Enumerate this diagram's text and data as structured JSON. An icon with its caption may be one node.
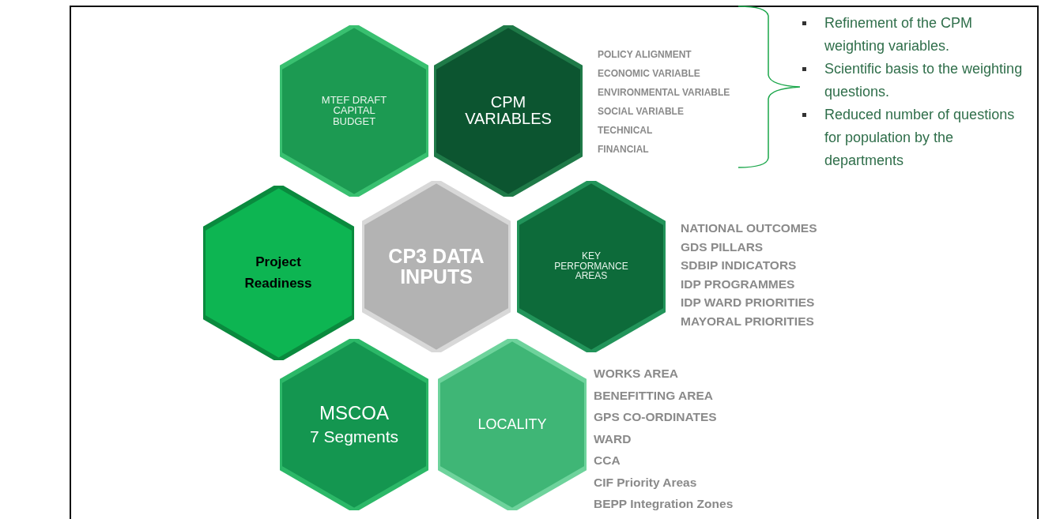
{
  "diagram": {
    "nodes": [
      {
        "text": [
          "MTEF DRAFT CAPITAL BUDGET"
        ]
      },
      {
        "text": [
          "CPM VARIABLES"
        ],
        "beside": [
          "POLICY ALIGNMENT",
          "ECONOMIC VARIABLE",
          "ENVIRONMENTAL VARIABLE",
          "SOCIAL VARIABLE",
          "TECHNICAL",
          "FINANCIAL"
        ]
      },
      {
        "text": [
          "Project Readiness"
        ]
      },
      {
        "text": [
          "CP3 DATA INPUTS"
        ]
      },
      {
        "text": [
          "KEY PERFORMANCE AREAS"
        ],
        "beside": [
          "NATIONAL OUTCOMES",
          "GDS PILLARS",
          "SDBIP INDICATORS",
          "IDP PROGRAMMES",
          "IDP WARD PRIORITIES",
          "MAYORAL PRIORITIES"
        ]
      },
      {
        "text": [
          "MSCOA",
          "7 Segments"
        ]
      },
      {
        "text": [
          "LOCALITY"
        ],
        "beside": [
          "WORKS AREA",
          "BENEFITTING AREA",
          "GPS CO-ORDINATES",
          "WARD",
          "CCA",
          "CIF Priority Areas",
          "BEPP Integration Zones"
        ]
      }
    ],
    "labels": [
      "Refinement of the CPM weighting variables.",
      "Scientific basis to the weighting questions.",
      "Reduced number of questions for population by the departments"
    ]
  }
}
